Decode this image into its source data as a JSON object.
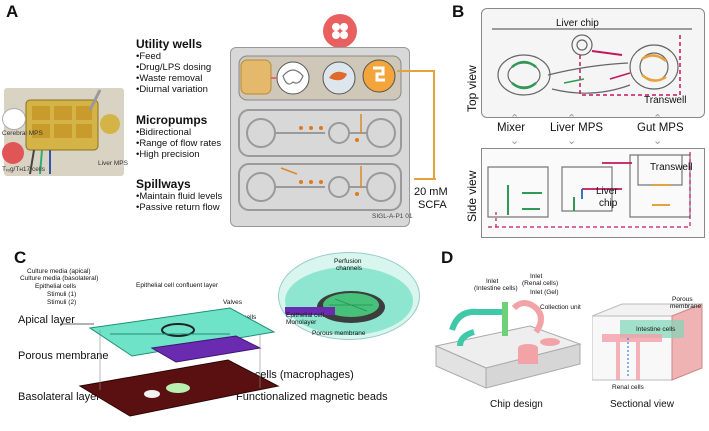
{
  "panels": {
    "a": {
      "letter": "A",
      "photo": {
        "label_cerebral": "Cerebral MPS",
        "label_treg": "Tᵣₑg/Tʜ17 cells",
        "label_liver": "Liver MPS"
      },
      "sections": [
        {
          "title": "Utility wells",
          "items": [
            "•Feed",
            "•Drug/LPS dosing",
            "•Waste removal",
            "•Diurnal variation"
          ]
        },
        {
          "title": "Micropumps",
          "items": [
            "•Bidirectional",
            "•Range of flow rates",
            "•High precision"
          ]
        },
        {
          "title": "Spillways",
          "items": [
            "•Maintain fluid levels",
            "•Passive return flow"
          ]
        }
      ],
      "scfa_conc": "20 mM",
      "scfa": "SCFA",
      "plate_id": "SIGL-A-P1 01"
    },
    "b": {
      "letter": "B",
      "top_view": "Top view",
      "side_view": "Side view",
      "liver_chip_top": "Liver chip",
      "transwell_top": "Transwell",
      "mixer": "Mixer",
      "liver_mps": "Liver MPS",
      "gut_mps": "Gut MPS",
      "transwell_side": "Transwell",
      "liver_chip_side_1": "Liver",
      "liver_chip_side_2": "chip"
    },
    "c": {
      "letter": "C",
      "callouts": [
        "Culture media (apical)",
        "Culture media (basolateral)",
        "Epithelial cells",
        "Stimuli (1)",
        "Stimuli (2)"
      ],
      "confluent": "Epithelial cell confluent layer",
      "valves": "Valves",
      "immune_small": "Immune cells",
      "perfusion_1": "Perfusion",
      "perfusion_2": "channels",
      "epi_mono_1": "Epithelial cell",
      "epi_mono_2": "Monolayer",
      "porous_small": "Porous membrane",
      "apical": "Apical layer",
      "porous": "Porous membrane",
      "immune": "Immune  cells (macrophages)",
      "basolateral": "Basolateral layer",
      "beads": "Functionalized magnetic beads"
    },
    "d": {
      "letter": "D",
      "inlet_intestine_1": "Inlet",
      "inlet_intestine_2": "(Intestine cells)",
      "inlet_renal_1": "Inlet",
      "inlet_renal_2": "(Renal cells)",
      "inlet_gel": "Inlet (Gel)",
      "collection": "Collection unit",
      "chip_design": "Chip design",
      "porous_1": "Porous",
      "porous_2": "membrane",
      "intestine_cells": "Intestine cells",
      "renal_cells": "Renal cells",
      "sectional": "Sectional view"
    }
  },
  "colors": {
    "orange": "#e8a23c",
    "green": "#2e9a55",
    "red": "#e05555",
    "magenta": "#c2185b",
    "teal": "#4fd1b5",
    "maroon": "#5a1010"
  }
}
